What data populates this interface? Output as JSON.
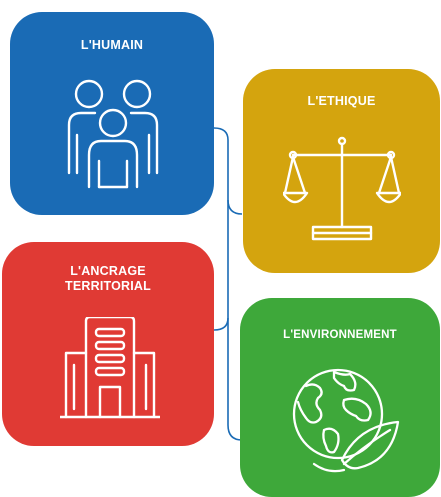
{
  "tiles": {
    "humain": {
      "title": "L'HUMAIN",
      "color": "#1a6bb5",
      "icon": "people-icon"
    },
    "ethique": {
      "title": "L'ETHIQUE",
      "color": "#d4a40e",
      "icon": "scales-icon"
    },
    "ancrage": {
      "title": "L'ANCRAGE\nTERRITORIAL",
      "color": "#e03a34",
      "icon": "building-icon"
    },
    "environnement": {
      "title": "L'ENVIRONNEMENT",
      "color": "#3ea83a",
      "icon": "earth-leaf-icon"
    }
  },
  "connector_color": "#1a6bb5"
}
